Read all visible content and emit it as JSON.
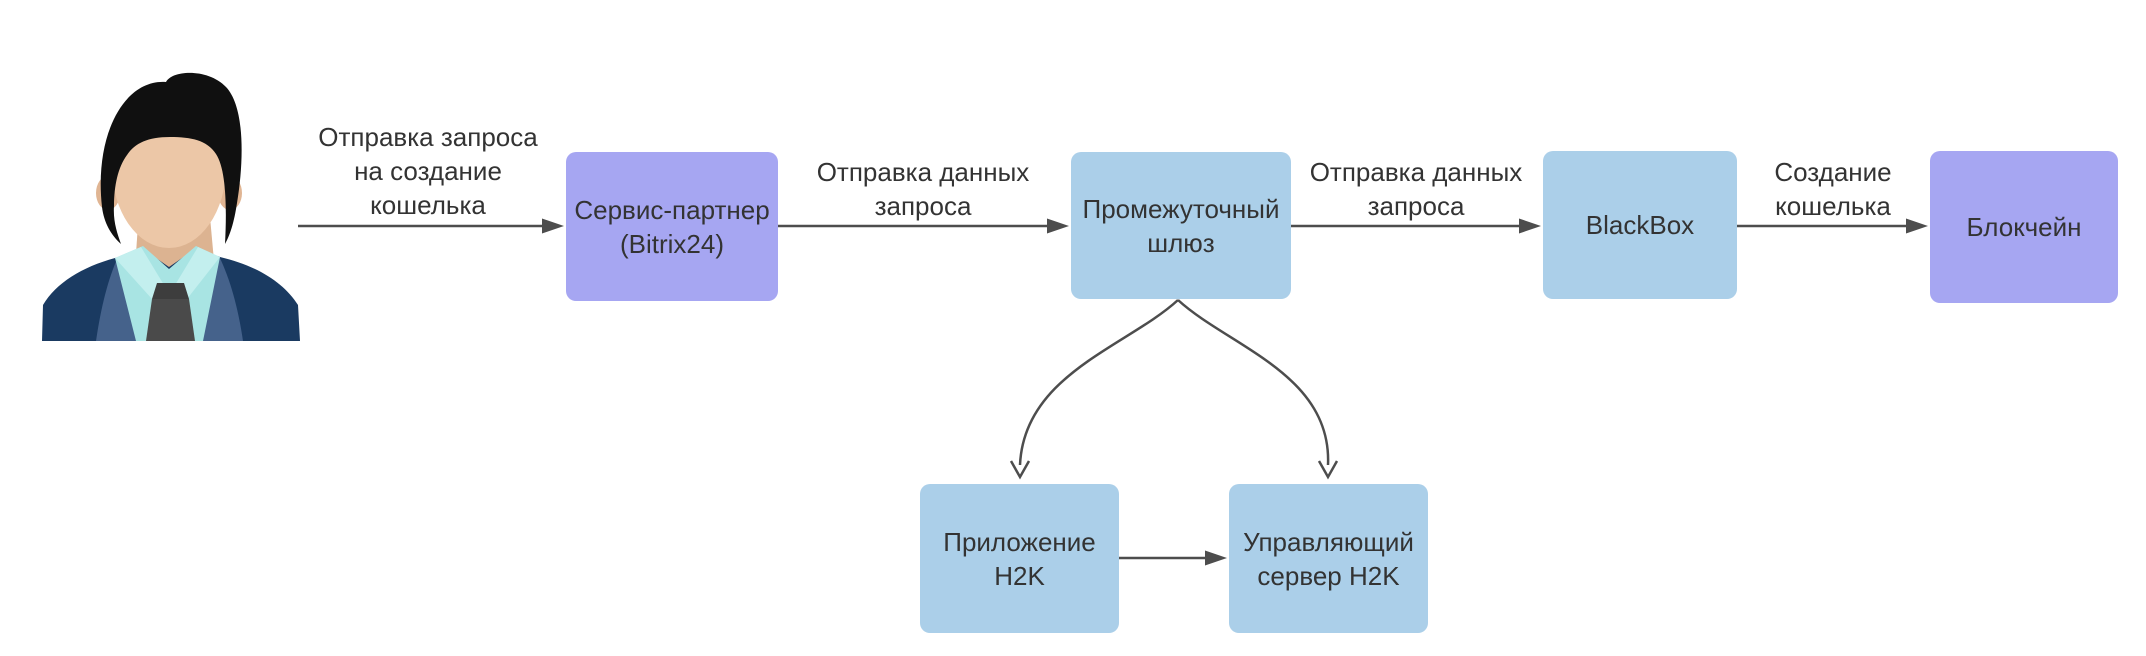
{
  "diagram": {
    "colors": {
      "node_purple": "#a6a6f2",
      "node_blue": "#abcfe9",
      "text": "#333333",
      "arrow": "#4d4d4d",
      "background": "#ffffff"
    },
    "nodes": [
      {
        "id": "service-partner",
        "lines": [
          "Сервис-партнер",
          "(Bitrix24)"
        ],
        "color": "#a6a6f2"
      },
      {
        "id": "gateway",
        "lines": [
          "Промежуточный",
          "шлюз"
        ],
        "color": "#abcfe9"
      },
      {
        "id": "blackbox",
        "lines": [
          "BlackBox"
        ],
        "color": "#abcfe9"
      },
      {
        "id": "blockchain",
        "lines": [
          "Блокчейн"
        ],
        "color": "#a6a6f2"
      },
      {
        "id": "h2k-app",
        "lines": [
          "Приложение",
          "H2K"
        ],
        "color": "#abcfe9"
      },
      {
        "id": "h2k-server",
        "lines": [
          "Управляющий",
          "сервер H2K"
        ],
        "color": "#abcfe9"
      }
    ],
    "edges": [
      {
        "from": "user",
        "to": "service-partner",
        "lines": [
          "Отправка запроса",
          "на создание",
          "кошелька"
        ]
      },
      {
        "from": "service-partner",
        "to": "gateway",
        "lines": [
          "Отправка данных",
          "запроса"
        ]
      },
      {
        "from": "gateway",
        "to": "blackbox",
        "lines": [
          "Отправка данных",
          "запроса"
        ]
      },
      {
        "from": "blackbox",
        "to": "blockchain",
        "lines": [
          "Создание",
          "кошелька"
        ]
      },
      {
        "from": "gateway",
        "to": "h2k-app",
        "lines": []
      },
      {
        "from": "gateway",
        "to": "h2k-server",
        "lines": []
      },
      {
        "from": "h2k-app",
        "to": "h2k-server",
        "lines": []
      }
    ]
  }
}
